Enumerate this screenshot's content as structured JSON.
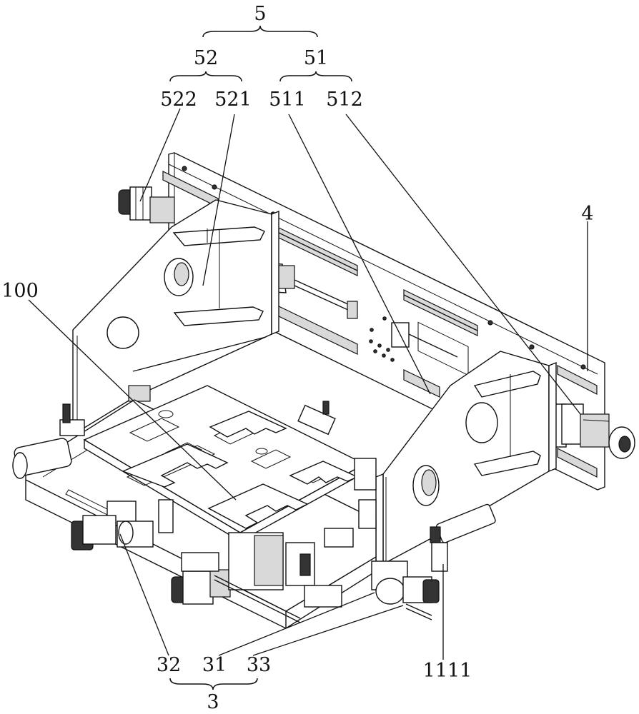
{
  "labels": {
    "l5": "5",
    "l52": "52",
    "l51": "51",
    "l522": "522",
    "l521": "521",
    "l511": "511",
    "l512": "512",
    "l4": "4",
    "l100": "100",
    "l32": "32",
    "l31": "31",
    "l33": "33",
    "l3": "3",
    "l1111": "1111"
  }
}
